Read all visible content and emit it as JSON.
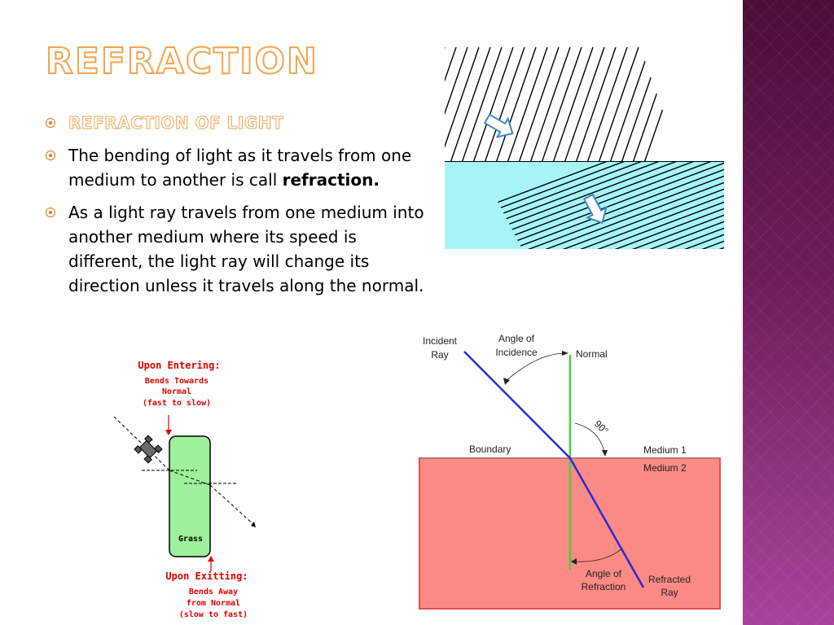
{
  "slide": {
    "title": "REFRACTION",
    "bullets": [
      {
        "id": "b1",
        "subhead": "REFRACTION OF LIGHT"
      },
      {
        "id": "b2",
        "text": "The bending of light as it travels from one medium to another is call ",
        "bold": "refraction."
      },
      {
        "id": "b3",
        "text": "As a light ray travels from one medium into another medium where its speed is different, the light ray will change its direction unless it travels along the normal."
      }
    ]
  },
  "wave_figure": {
    "colors": {
      "water": "#a7f4f7",
      "lines": "#000000",
      "arrow_fill": "#ffffff",
      "arrow_stroke": "#3a88c8"
    }
  },
  "car_figure": {
    "entering_title": "Upon Entering:",
    "entering_line1": "Bends Towards",
    "entering_line2": "Normal",
    "entering_line3": "(fast to slow)",
    "grass_label": "Grass",
    "exiting_title": "Upon Exitting:",
    "exiting_line1": "Bends Away",
    "exiting_line2": "from Normal",
    "exiting_line3": "(slow to fast)",
    "colors": {
      "grass": "#9ef09a",
      "text": "#e00000"
    }
  },
  "ray_figure": {
    "incident_line1": "Incident",
    "incident_line2": "Ray",
    "angle_inc_line1": "Angle of",
    "angle_inc_line2": "Incidence",
    "normal_label": "Normal",
    "ninety_label": "90°",
    "boundary_label": "Boundary",
    "medium1_label": "Medium 1",
    "medium2_label": "Medium 2",
    "angle_ref_line1": "Angle of",
    "angle_ref_line2": "Refraction",
    "refracted_line1": "Refracted",
    "refracted_line2": "Ray",
    "colors": {
      "medium2": "#fc8a84",
      "normal": "#3fd23a",
      "ray": "#2a2ad8",
      "border": "#e05050"
    }
  }
}
